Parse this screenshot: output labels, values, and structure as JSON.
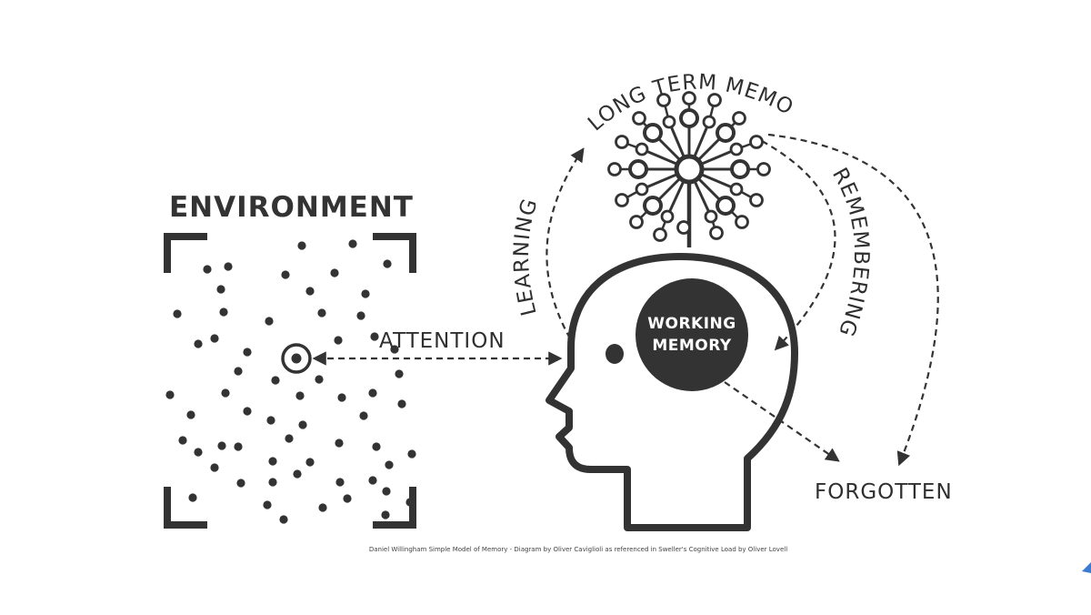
{
  "diagram": {
    "environment_label": "ENVIRONMENT",
    "attention_label": "ATTENTION",
    "learning_label": "LEARNING",
    "long_term_memory_label": "LONG TERM MEMORY",
    "remembering_label": "REMEMBERING",
    "working_memory_line1": "WORKING",
    "working_memory_line2": "MEMORY",
    "forgotten_label": "FORGOTTEN",
    "caption": "Daniel Willingham Simple Model of Memory - Diagram by Oliver Caviglioli as referenced in Sweller's Cognitive Load by Oliver Lovell"
  },
  "icons": {
    "focus_target": "target-icon",
    "neural_network": "neural-network-icon",
    "head": "head-silhouette-icon"
  },
  "colors": {
    "ink": "#333333",
    "background": "#ffffff"
  }
}
